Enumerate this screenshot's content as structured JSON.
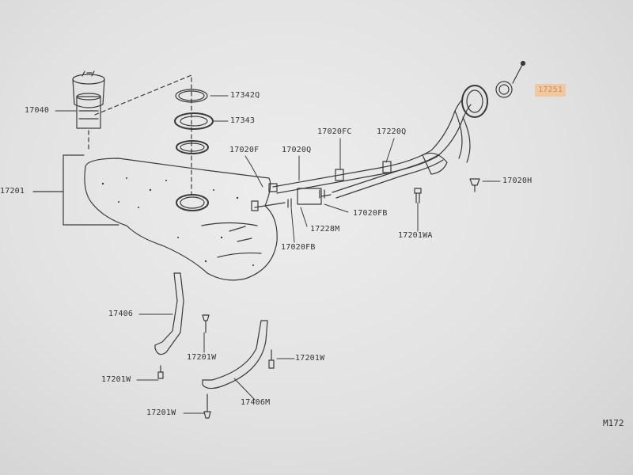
{
  "parts": [
    {
      "id": "p17040",
      "text": "17040"
    },
    {
      "id": "p17342q",
      "text": "17342Q"
    },
    {
      "id": "p17343",
      "text": "17343"
    },
    {
      "id": "p17020f",
      "text": "17020F"
    },
    {
      "id": "p17020q",
      "text": "17020Q"
    },
    {
      "id": "p17020fc",
      "text": "17020FC"
    },
    {
      "id": "p17220q",
      "text": "17220Q"
    },
    {
      "id": "p17251",
      "text": "17251"
    },
    {
      "id": "p17020h",
      "text": "17020H"
    },
    {
      "id": "p17201",
      "text": "17201"
    },
    {
      "id": "p17020fb_r",
      "text": "17020FB"
    },
    {
      "id": "p17228m",
      "text": "17228M"
    },
    {
      "id": "p17020fb_b",
      "text": "17020FB"
    },
    {
      "id": "p17201wa",
      "text": "17201WA"
    },
    {
      "id": "p17406",
      "text": "17406"
    },
    {
      "id": "p17201w_a",
      "text": "17201W"
    },
    {
      "id": "p17201w_b",
      "text": "17201W"
    },
    {
      "id": "p17201w_c",
      "text": "17201W"
    },
    {
      "id": "p17201w_d",
      "text": "17201W"
    },
    {
      "id": "p17406m",
      "text": "17406M"
    }
  ],
  "diagram_code": "M172",
  "highlight_color": "#f1c9a0"
}
